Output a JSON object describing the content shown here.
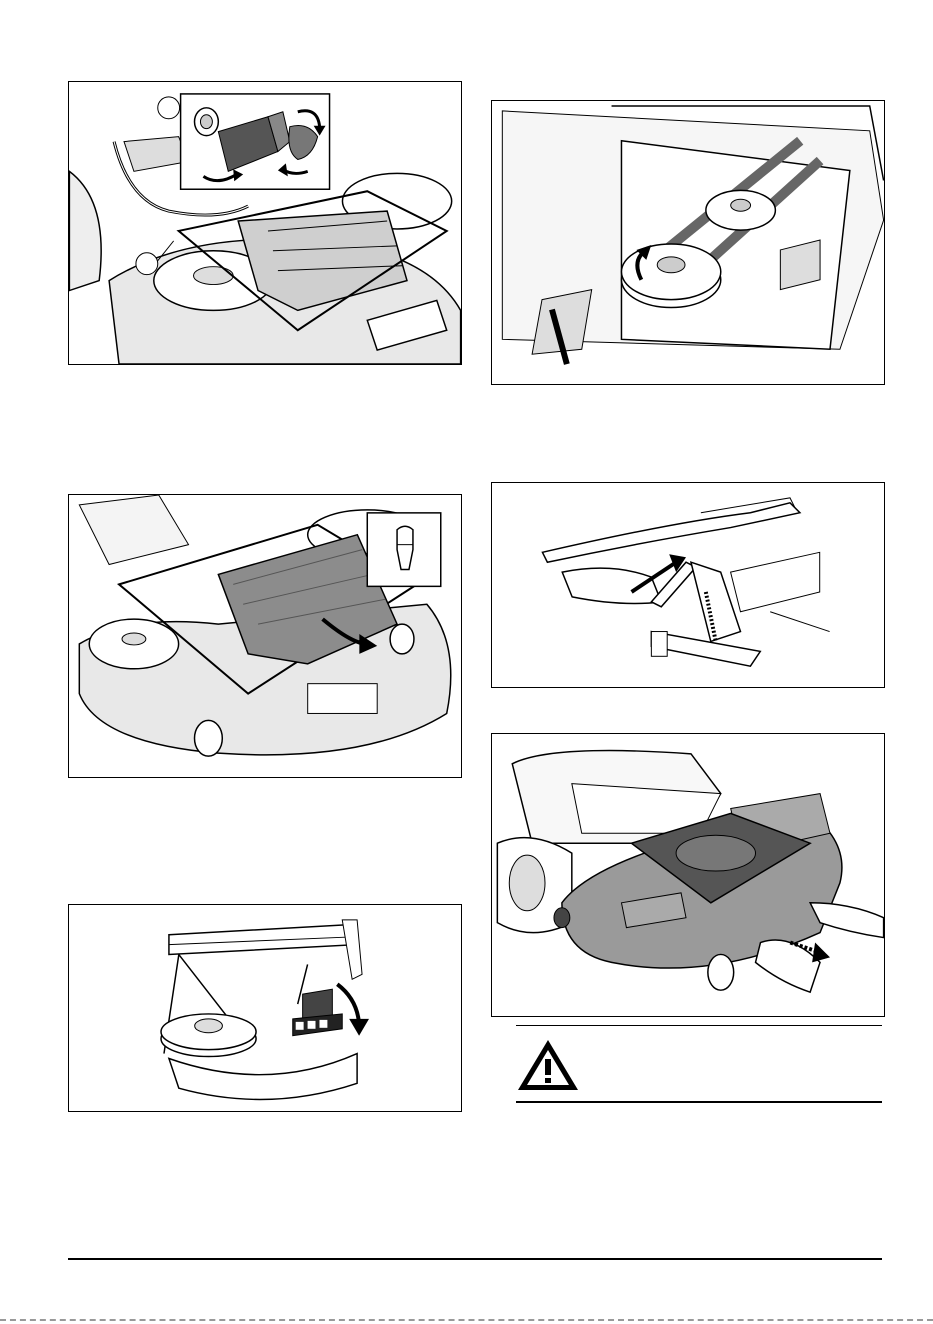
{
  "figures": [
    {
      "id": "fig-1",
      "callouts": [
        "",
        ""
      ],
      "illustration": "electrical-connector-disconnect"
    },
    {
      "id": "fig-2",
      "illustration": "belt-guard-cover-removal"
    },
    {
      "id": "fig-3",
      "illustration": "belt-tensioner-pulley"
    },
    {
      "id": "fig-4",
      "illustration": "tension-spring-lever"
    },
    {
      "id": "fig-5",
      "illustration": "cutting-deck-lift-arm"
    },
    {
      "id": "fig-6",
      "illustration": "cutting-deck-pull-out"
    }
  ],
  "warning": {
    "icon": "warning-triangle-icon",
    "text": ""
  },
  "colors": {
    "line": "#000000",
    "deck_gray": "#9a9a9a",
    "cover_gray": "#8c8c8c"
  }
}
